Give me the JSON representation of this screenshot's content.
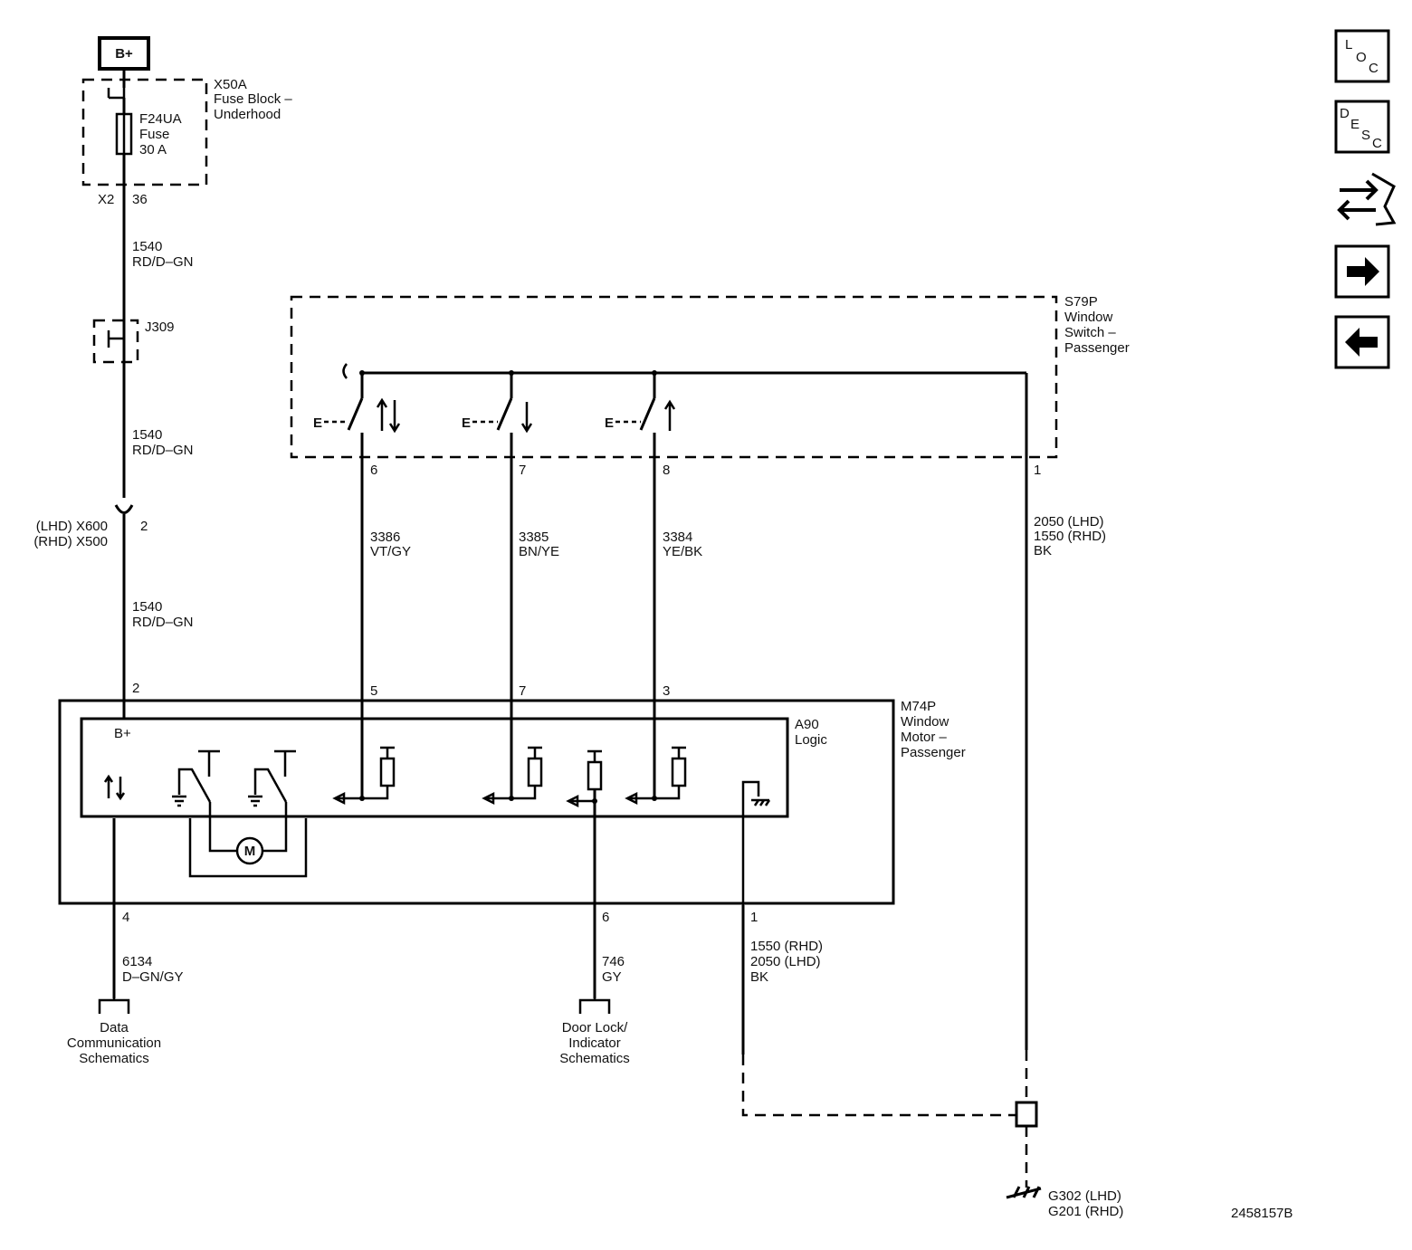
{
  "power": {
    "battery_label": "B+"
  },
  "fuse_block": {
    "id": "X50A",
    "line1": "Fuse Block –",
    "line2": "Underhood",
    "fuse_id": "F24UA",
    "fuse_line2": "Fuse",
    "fuse_rating": "30 A",
    "connector": "X2",
    "pin": "36"
  },
  "wire_1540": {
    "circuit": "1540",
    "color": "RD/D–GN"
  },
  "splice": {
    "id": "J309"
  },
  "inline_connector": {
    "lhd": "(LHD) X600",
    "rhd": "(RHD) X500",
    "pin": "2"
  },
  "switch": {
    "id": "S79P",
    "line1": "Window",
    "line2": "Switch –",
    "line3": "Passenger",
    "pins": [
      "6",
      "7",
      "8",
      "1"
    ]
  },
  "wires": {
    "w3386": {
      "circuit": "3386",
      "color": "VT/GY"
    },
    "w3385": {
      "circuit": "3385",
      "color": "BN/YE"
    },
    "w3384": {
      "circuit": "3384",
      "color": "YE/BK"
    },
    "ground_switch": {
      "line1": "2050 (LHD)",
      "line2": "1550 (RHD)",
      "line3": "BK"
    },
    "w6134": {
      "circuit": "6134",
      "color": "D–GN/GY"
    },
    "w746": {
      "circuit": "746",
      "color": "GY"
    },
    "ground_motor": {
      "line1": "1550 (RHD)",
      "line2": "2050 (LHD)",
      "line3": "BK"
    }
  },
  "motor": {
    "id": "M74P",
    "line1": "Window",
    "line2": "Motor –",
    "line3": "Passenger",
    "logic_id": "A90",
    "logic_label": "Logic",
    "bplus": "B+",
    "motor_symbol": "M",
    "top_pins": [
      "2",
      "5",
      "7",
      "3"
    ],
    "bottom_pins": [
      "4",
      "6",
      "1"
    ]
  },
  "references": {
    "data": {
      "line1": "Data",
      "line2": "Communication",
      "line3": "Schematics"
    },
    "door": {
      "line1": "Door Lock/",
      "line2": "Indicator",
      "line3": "Schematics"
    }
  },
  "ground": {
    "line1": "G302 (LHD)",
    "line2": "G201 (RHD)"
  },
  "switch_text": {
    "e": "E"
  },
  "figure_id": "2458157B",
  "nav": {
    "loc": {
      "l": "L",
      "o": "O",
      "c": "C"
    },
    "desc": {
      "d": "D",
      "e": "E",
      "s": "S",
      "c": "C"
    }
  }
}
